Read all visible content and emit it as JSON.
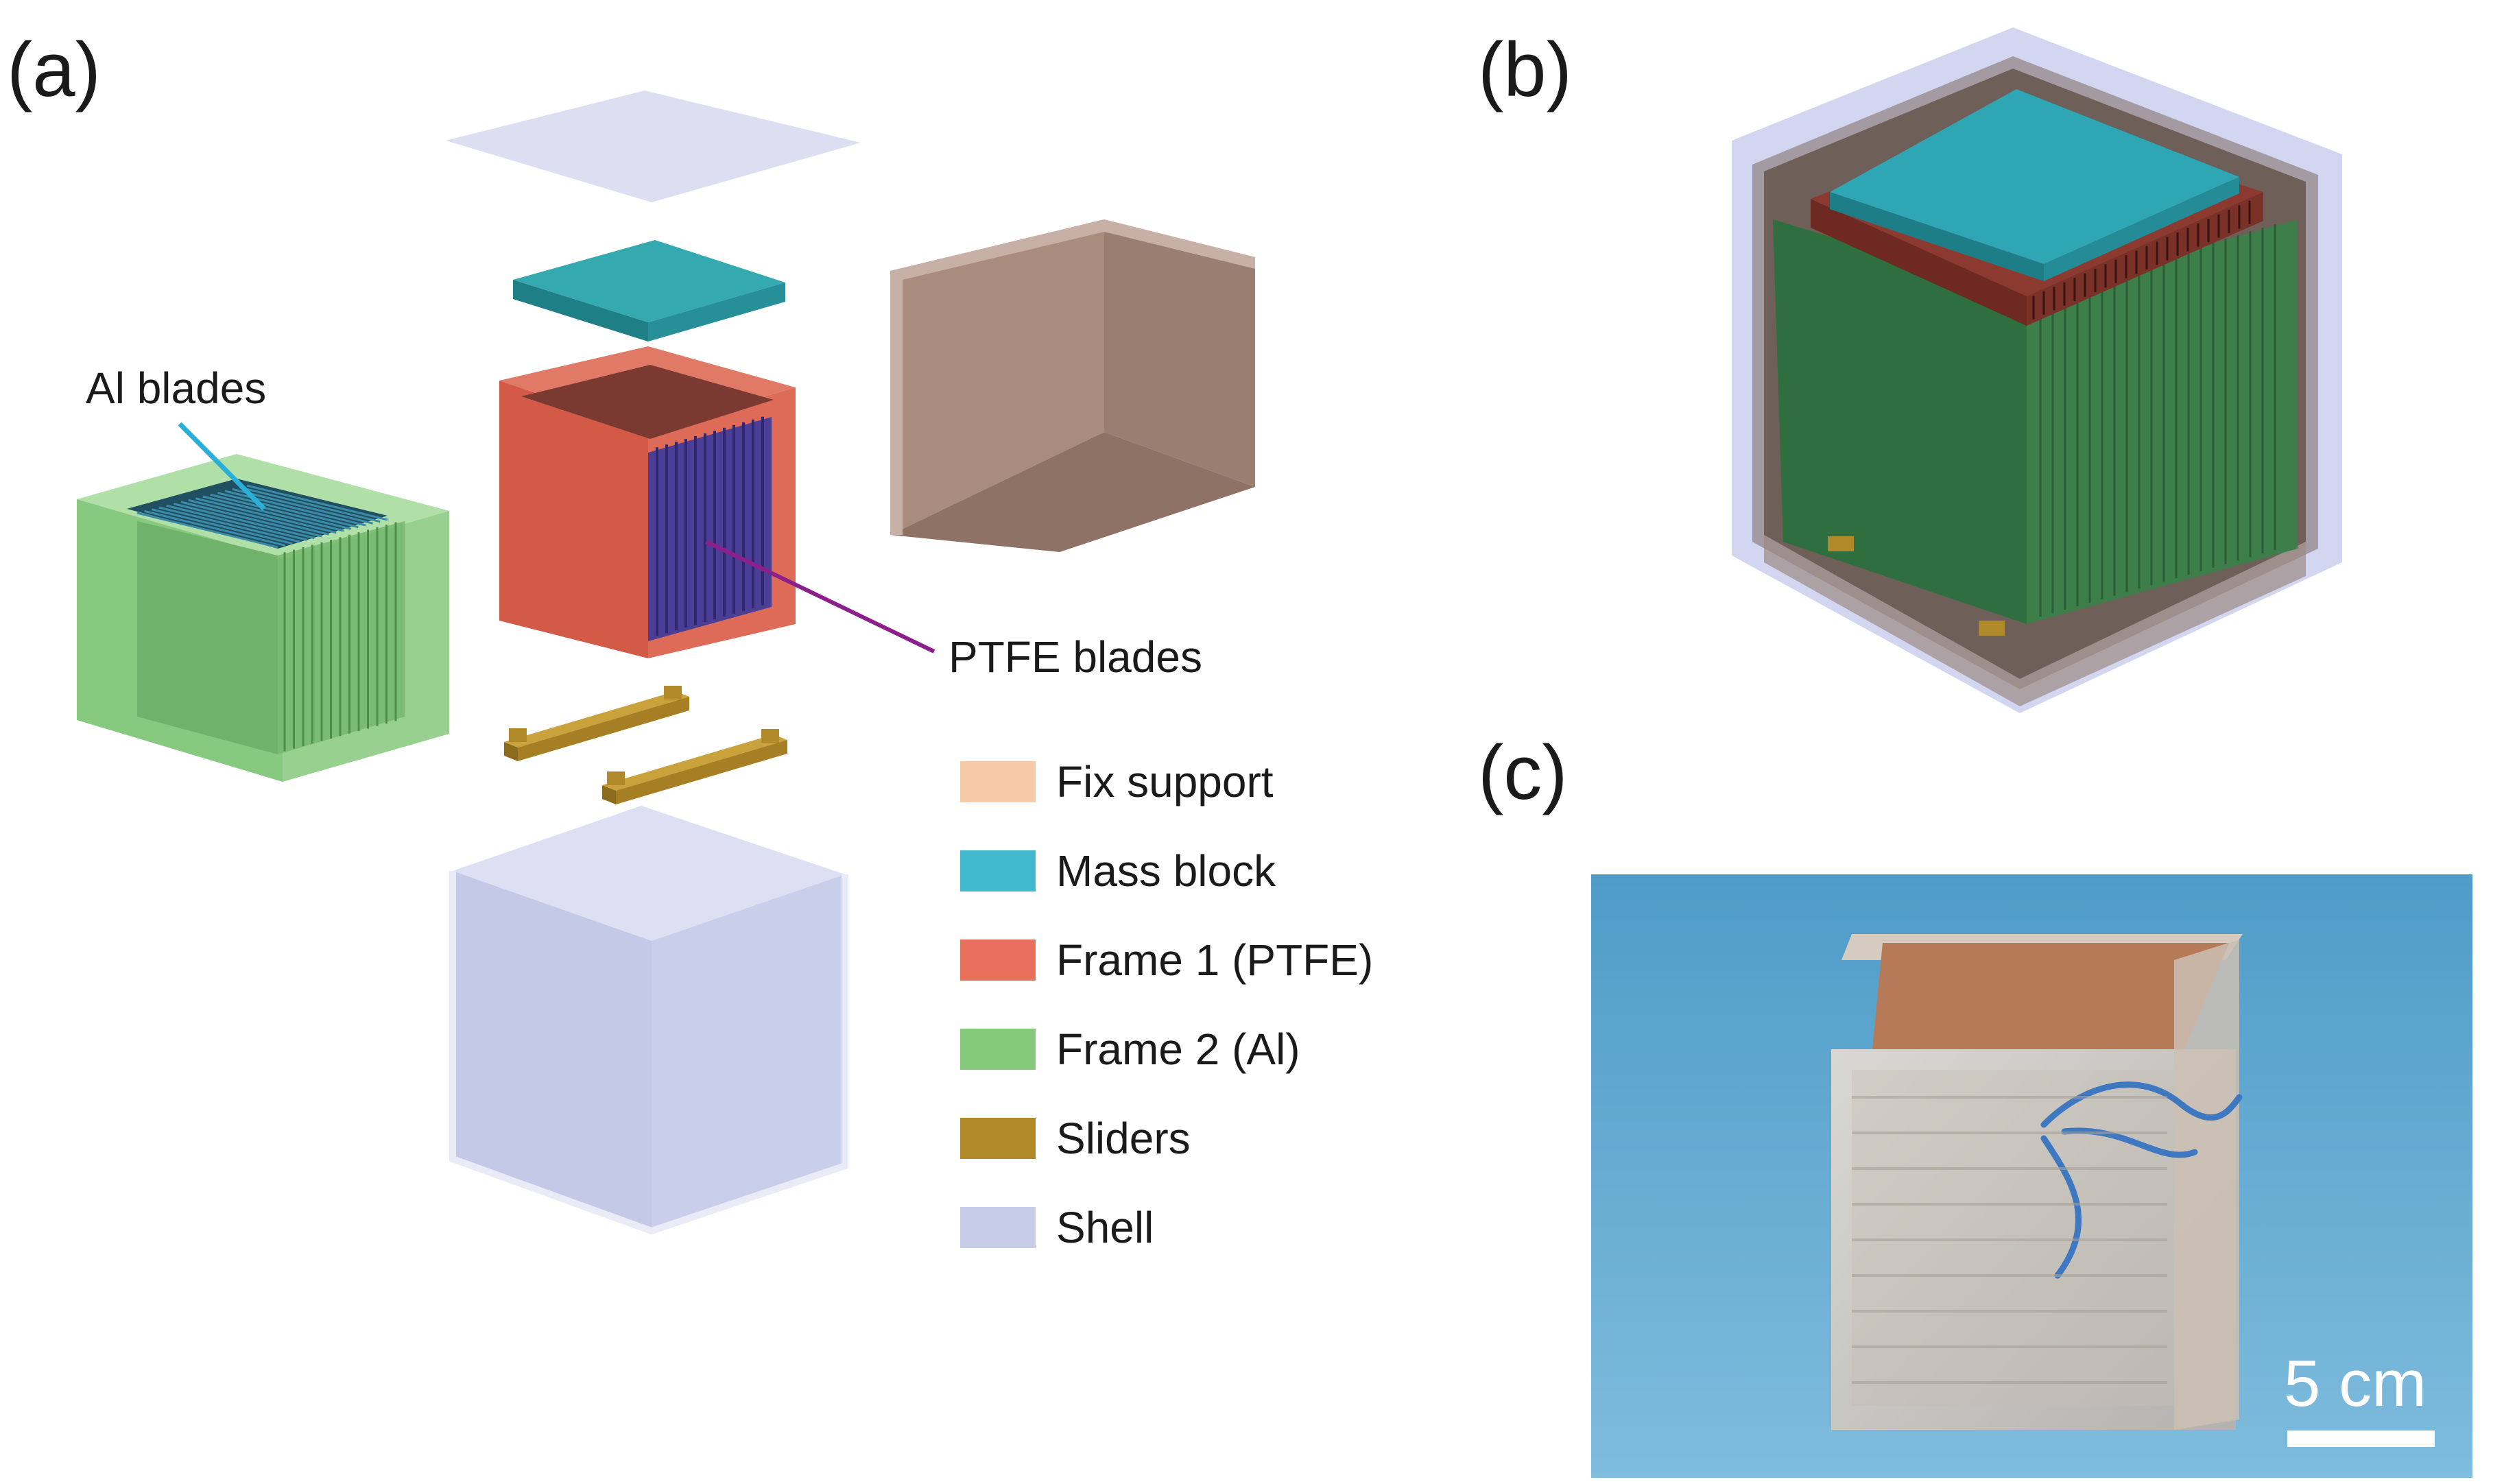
{
  "panels": {
    "a": "(a)",
    "b": "(b)",
    "c": "(c)"
  },
  "callouts": {
    "al_blades": "Al blades",
    "ptfe_blades": "PTFE blades"
  },
  "legend": [
    {
      "label": "Fix support",
      "color": "#F8C9A6"
    },
    {
      "label": "Mass block",
      "color": "#43B9CF"
    },
    {
      "label": "Frame 1 (PTFE)",
      "color": "#E8705C"
    },
    {
      "label": "Frame 2 (Al)",
      "color": "#86C97D"
    },
    {
      "label": "Sliders",
      "color": "#B08A28"
    },
    {
      "label": "Shell",
      "color": "#C7CDE8"
    }
  ],
  "scale_bar": {
    "label": "5 cm"
  },
  "colors": {
    "shell": "#C9CEEA",
    "mass_block": "#2E9EA6",
    "ptfe_frame": "#D8604F",
    "ptfe_blades": "#4B3F95",
    "al_frame": "#7CC474",
    "al_blades": "#1F4F60",
    "fix_support": "#A98C7E",
    "sliders": "#B08A28",
    "photo_bg": "#5FA6CF",
    "callout_al": "#2AB0D8",
    "callout_ptfe": "#8C1F8C"
  }
}
